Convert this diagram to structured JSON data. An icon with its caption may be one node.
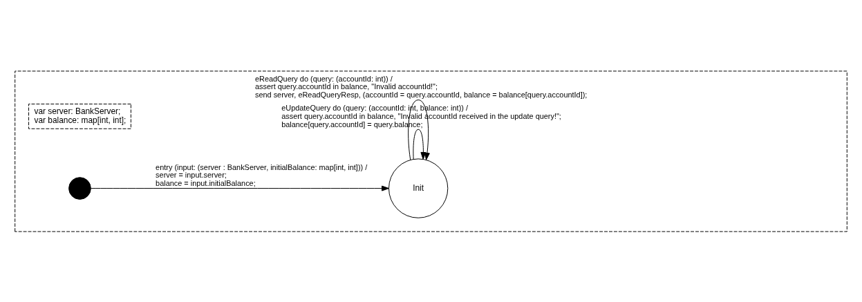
{
  "diagram": {
    "nodes": [
      {
        "text": [],
        "shape": "box"
      },
      {
        "text": [
          "var server: BankServer; var balance: map[int, int];"
        ],
        "in": 0
      },
      {
        "text": [],
        "shape": "circle",
        "in": 0
      },
      {
        "text": [
          "Init"
        ],
        "in": 0
      }
    ],
    "edges": [
      {
        "from": 2,
        "to": 3,
        "arrow": "to",
        "label": "entry (input: (server : BankServer, initialBalance: map[int, int])) / server = input.server; balance = input.initialBalance;"
      },
      {
        "from": 3,
        "to": 3,
        "arrow": "to",
        "label": "eUpdateQuery do (query: (accountId: int, balance: int)) / assert query.accountId in balance, \"Invalid accountId received in the update query!\"; balance[query.accountId] = query.balance;"
      },
      {
        "from": 3,
        "to": 3,
        "arrow": "to",
        "label": "eReadQuery do (query: (accountId: int)) / assert query.accountId in balance, \"Invalid accountId!\"; send server, eReadQueryResp, (accountId = query.accountId, balance = balance[query.accountId]);"
      }
    ]
  }
}
